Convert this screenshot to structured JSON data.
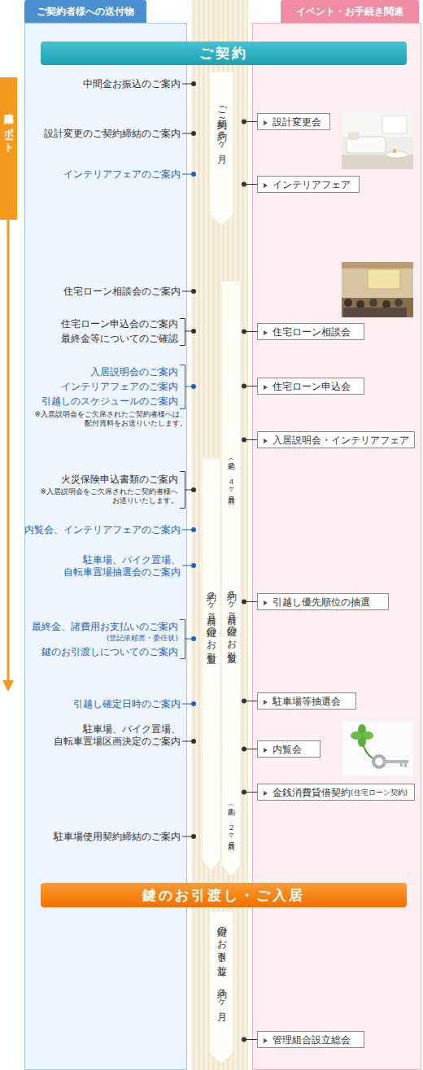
{
  "diagram": {
    "nodes": [
      {
        "text": [
          "ご契約者様への送付物"
        ]
      },
      {
        "text": [
          "イベント・お手続き関連"
        ]
      },
      {
        "text": [
          "ご契約"
        ]
      },
      {
        "text": [
          "建築レポート"
        ]
      },
      {
        "text": [
          "ご契約～約５ヶ月"
        ]
      },
      {
        "text": [
          "設計変更会"
        ]
      },
      {
        "text": [
          "インテリアフェア"
        ]
      },
      {
        "text": [
          "（約２～４ヶ月前）",
          "約５ヶ月前～鍵のお引渡し",
          "（約１～２ヶ月前）"
        ]
      },
      {
        "text": [
          "住宅ローン相談会"
        ]
      },
      {
        "text": [
          "住宅ローン申込会"
        ]
      },
      {
        "text": [
          "入居説明会・インテリアフェア"
        ]
      },
      {
        "text": [
          "約２ヶ月前～鍵のお引渡し"
        ]
      },
      {
        "text": [
          "引越し優先順位の抽選"
        ]
      },
      {
        "text": [
          "駐車場等抽選会"
        ]
      },
      {
        "text": [
          "内覧会"
        ]
      },
      {
        "text": [
          "金銭消費貸借契約",
          "(住宅ローン契約)"
        ]
      },
      {
        "text": [
          "鍵のお引渡し・ご入居"
        ]
      },
      {
        "text": [
          "鍵のお引き渡し～約３ヶ月"
        ]
      },
      {
        "text": [
          "管理組合設立総会"
        ]
      }
    ],
    "labels": [
      "中間金お振込のご案内",
      "設計変更のご契約締結のご案内",
      "インテリアフェアのご案内",
      "住宅ローン相談会のご案内",
      "住宅ローン申込会のご案内",
      "最終金等についてのご確認",
      "入居説明会のご案内",
      "インテリアフェアのご案内",
      "引越しのスケジュールのご案内",
      "※入居説明会をご欠席されたご契約者様へは、 配付資料をお送りいたします。",
      "火災保険申込書類のご案内",
      "※入居説明会をご欠席されたご契約者様へ お送りいたします。",
      "内覧会、インテリアフェアのご案内",
      "駐車場、バイク置場、 自転車置場抽選会のご案内",
      "最終金、諸費用お支払いのご案内",
      "(登記依頼書・委任状)",
      "鍵のお引渡しについてのご案内",
      "引越し確定日時のご案内",
      "駐車場、バイク置場、 自転車置場区画決定のご案内",
      "駐車場使用契約締結のご案内"
    ]
  }
}
